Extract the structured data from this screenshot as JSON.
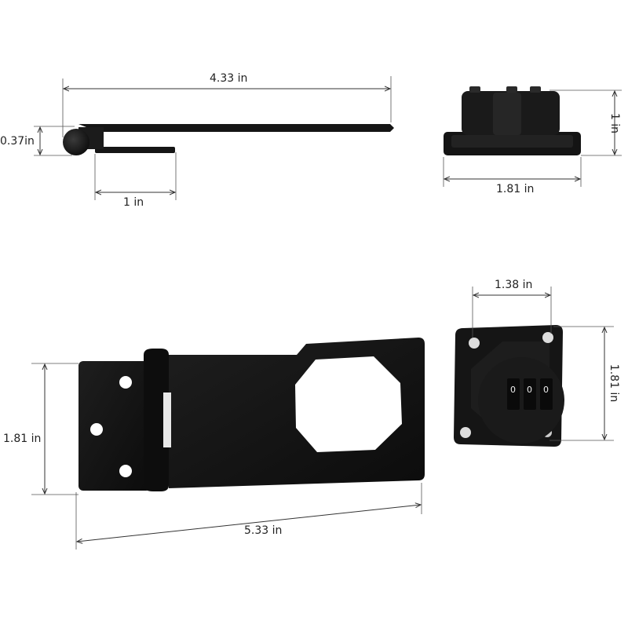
{
  "dimensions": {
    "hasp_side_length": "4.33 in",
    "hasp_side_thickness": "0.37in",
    "hasp_side_leaf": "1 in",
    "lock_side_height": "1 in",
    "lock_side_width": "1.81 in",
    "hasp_front_height": "1.81 in",
    "hasp_front_length": "5.33 in",
    "lock_front_dial_width": "1.38 in",
    "lock_front_height": "1.81 in"
  },
  "lock_dials": [
    "0",
    "0",
    "0"
  ],
  "colors": {
    "product": "#121212",
    "dimension_line": "#333333",
    "background": "#ffffff"
  }
}
